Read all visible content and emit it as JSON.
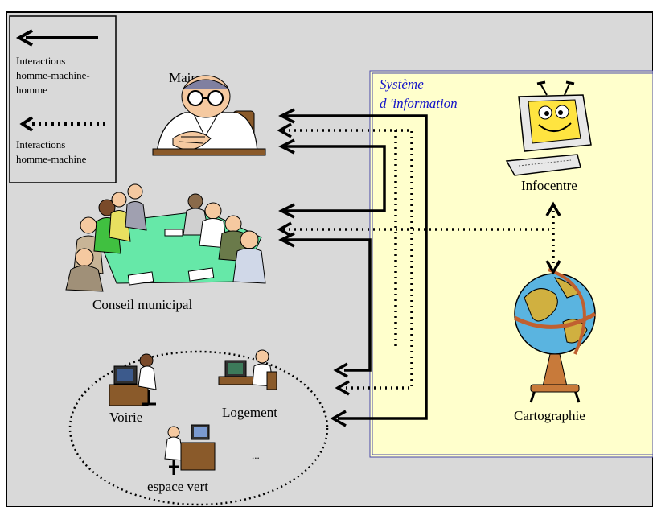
{
  "legend": {
    "solid_label_lines": [
      "Interactions",
      "homme-machine-",
      "homme"
    ],
    "dotted_label_lines": [
      "Interactions",
      "homme-machine"
    ]
  },
  "actors": {
    "maire": "Maire",
    "conseil": "Conseil municipal",
    "voirie": "Voirie",
    "logement": "Logement",
    "ellipsis": "...",
    "espace_vert": "espace vert"
  },
  "system": {
    "title_lines": [
      "Système",
      "d 'information"
    ],
    "infocentre": "Infocentre",
    "cartographie": "Cartographie"
  },
  "colors": {
    "background": "#d9d9d9",
    "system_panel": "#ffffcc",
    "system_border": "#4848a8",
    "system_title": "#1414c8",
    "table": "#66e8a8"
  }
}
